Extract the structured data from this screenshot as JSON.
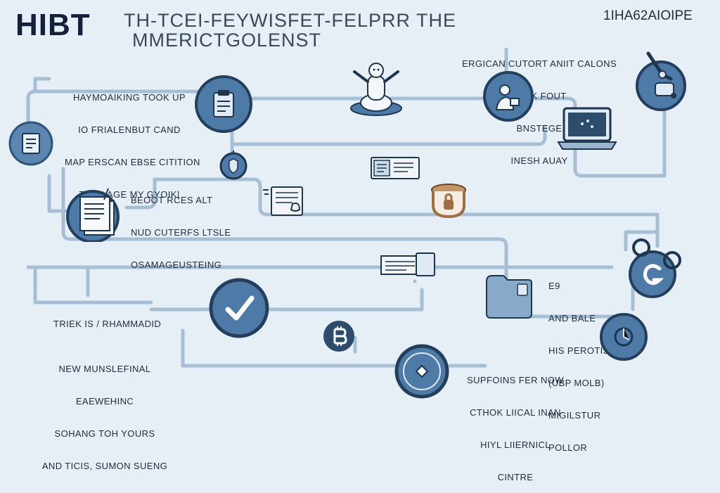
{
  "header": {
    "brand": "HIBT",
    "title_line1": "TH-TCEI-FEYWISFET-FELPRR THE",
    "title_line2": "MMERICTGOLENST",
    "corner_code": "1IHA62AIOIPE"
  },
  "labels": {
    "top_left": [
      "HAYMOAIKING TOOK UP",
      "IO FRIALENBUT CAND",
      "MAP ERSCAN EBSE CITITION",
      "TIURLAGE MY GYOIK|"
    ],
    "top_right": [
      "ERGICAN CUTORT ANIIT CALONS",
      "BTCK FOUT",
      "BNSTEGE",
      "INESH AUAY"
    ],
    "middle_left": [
      "BEOOT RCES ALT",
      "NUD CUTERFS LTSLE",
      "OSAMAGEUSTEING"
    ],
    "right_mid": [
      "E9",
      "AND BALE",
      "HIS PEROTIST",
      "(UBP MOLB)",
      "MIGILSTUR",
      "POLLOR"
    ],
    "bottom_left_header": "TRIEK IS / RHAMMADID",
    "bottom_left": [
      "NEW MUNSLEFINAL",
      "EAEWEHINC",
      "SOHANG TOH YOURS",
      "AND TICIS, SUMON SUENG"
    ],
    "bottom_center": [
      "SUPFOINS FER NOW",
      "CTHOK LIICAL INAN",
      "HIYL LIIERNICL",
      "CINTRE"
    ]
  },
  "icons": {
    "n1": "document-icon",
    "n2": "clipboard-icon",
    "n3": "shield-icon",
    "n4": "robot-guru-icon",
    "n5": "worker-icon",
    "n6": "robot-arm-icon",
    "n7": "laptop-icon",
    "n8": "id-card-icon",
    "n9": "file-stack-icon",
    "n10": "folder-icon",
    "n11": "lock-pot-icon",
    "n12": "ticket-icon",
    "n13": "gear-g-icon",
    "n14": "checkmark-icon",
    "n15": "bitcoin-icon",
    "n16": "wallet-icon",
    "n17": "chip-icon",
    "n18": "refresh-icon"
  },
  "colors": {
    "background": "#e6eff6",
    "line": "#a4bdd2",
    "node_fill": "#4d7aa6",
    "node_ring": "#2e5479",
    "dark_node": "#2d4c6c",
    "text": "#1f2b3c",
    "accent_brown": "#a06f3f"
  }
}
